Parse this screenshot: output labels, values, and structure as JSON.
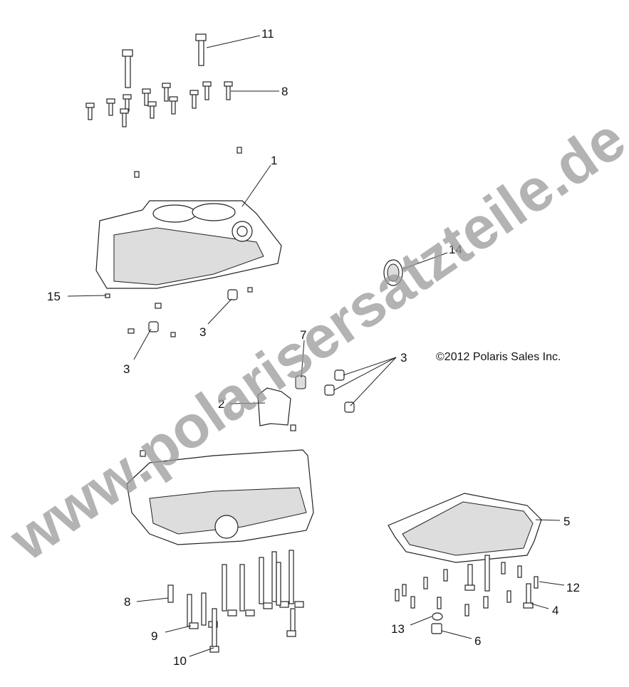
{
  "diagram": {
    "callouts": {
      "c11": "11",
      "c8_top": "8",
      "c1": "1",
      "c14": "14",
      "c15": "15",
      "c3_a": "3",
      "c3_b": "3",
      "c7": "7",
      "c3_c": "3",
      "c2": "2",
      "c5": "5",
      "c12": "12",
      "c8_bottom": "8",
      "c4": "4",
      "c9": "9",
      "c13": "13",
      "c6": "6",
      "c10": "10"
    },
    "copyright": "©2012 Polaris Sales Inc.",
    "watermark": "www.polarisersatzteile.de"
  }
}
